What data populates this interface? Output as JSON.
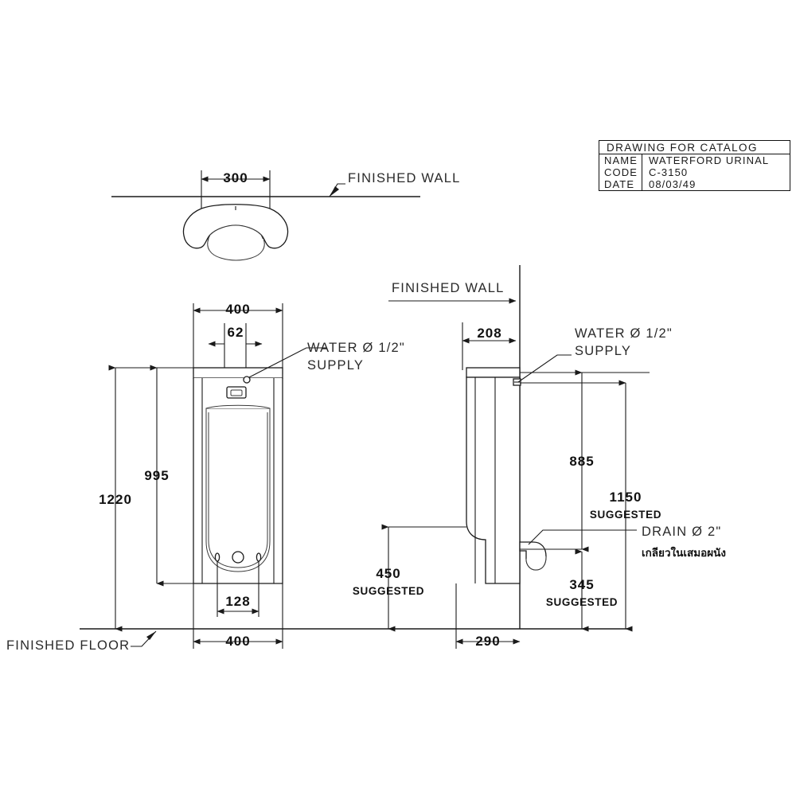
{
  "document": {
    "kind": "technical-drawing",
    "sheet_background": "#ffffff",
    "line_color": "#1a1a1a"
  },
  "title_block": {
    "header": "DRAWING  FOR  CATALOG",
    "rows": [
      {
        "key": "NAME",
        "value": "WATERFORD  URINAL"
      },
      {
        "key": "CODE",
        "value": "C-3150"
      },
      {
        "key": "DATE",
        "value": "08/03/49"
      }
    ]
  },
  "plan_view": {
    "width_dim": "300",
    "wall_label": "FINISHED  WALL"
  },
  "front_view": {
    "width_top_dim": "400",
    "inner_dim": "62",
    "water_supply_label_line1": "WATER Ø 1/2\"",
    "water_supply_label_line2": "SUPPLY",
    "height_overall": "1220",
    "height_body": "995",
    "holes_dim": "128",
    "width_bottom_dim": "400",
    "floor_label": "FINISHED  FLOOR"
  },
  "side_view": {
    "wall_label": "FINISHED  WALL",
    "depth_top_dim": "208",
    "water_supply_label_line1": "WATER Ø 1/2\"",
    "water_supply_label_line2": "SUPPLY",
    "height_supply": "885",
    "height_suggested_value": "1150",
    "height_suggested_note": "SUGGESTED",
    "drain_label_line1": "DRAIN Ø 2\"",
    "drain_label_line2": "เกลียวในเสมอผนัง",
    "height_drain_value": "345",
    "height_drain_note": "SUGGESTED",
    "height_rim_value": "450",
    "height_rim_note": "SUGGESTED",
    "depth_bottom_dim": "290"
  }
}
